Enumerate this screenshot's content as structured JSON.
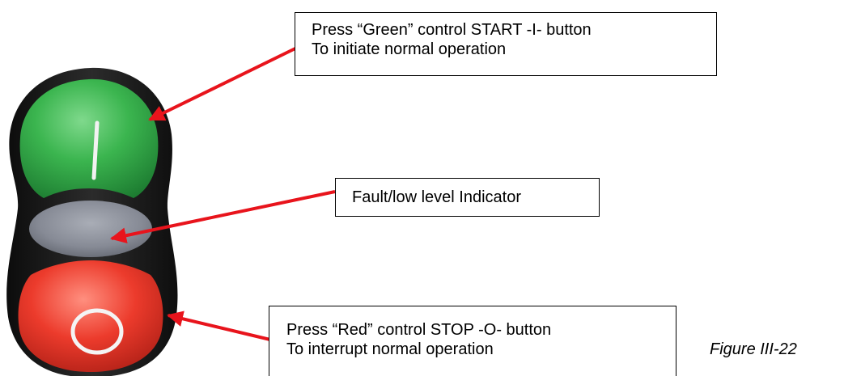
{
  "callouts": {
    "start": {
      "line1": "Press “Green” control START -I- button",
      "line2": "To initiate normal operation"
    },
    "fault": {
      "line1": "Fault/low level Indicator"
    },
    "stop": {
      "line1": "Press “Red” control STOP -O- button",
      "line2": "To interrupt normal operation"
    }
  },
  "caption": "Figure III-22",
  "button_symbols": {
    "start": "I",
    "stop": "O"
  },
  "colors": {
    "start_button": "#35b14c",
    "stop_button": "#e8372a",
    "indicator": "#878b96",
    "housing": "#1a1a1a",
    "arrow": "#e8141c"
  }
}
